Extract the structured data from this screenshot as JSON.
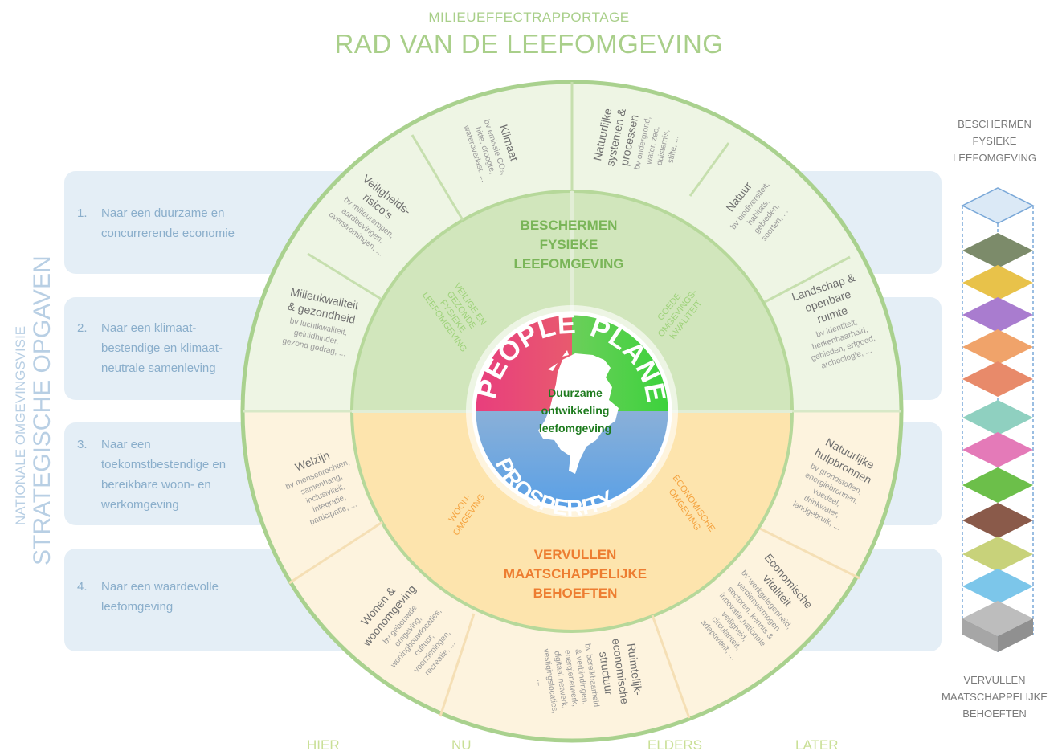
{
  "header": {
    "subtitle": "MILIEUEFFECTRAPPORTAGE",
    "title": "RAD VAN DE LEEFOMGEVING"
  },
  "side": {
    "small": "NATIONALE OMGEVINGSVISIE",
    "big": "STRATEGISCHE OPGAVEN"
  },
  "bands": [
    {
      "num": "1.",
      "lines": [
        "Naar een duurzame  en",
        "concurrerende economie"
      ]
    },
    {
      "num": "2.",
      "lines": [
        "Naar een klimaat-",
        "bestendige en  klimaat-",
        "neutrale samenleving"
      ]
    },
    {
      "num": "3.",
      "lines": [
        "Naar een",
        "toekomstbestendige en",
        "bereikbare woon- en",
        "werkomgeving"
      ]
    },
    {
      "num": "4.",
      "lines": [
        "Naar een waardevolle",
        "leefomgeving"
      ]
    }
  ],
  "wheel": {
    "center": {
      "lines": [
        "Duurzame",
        "ontwikkeling",
        "leefomgeving"
      ],
      "people": "PEOPLE",
      "planet": "PLANET",
      "prosperity": "PROSPERITY"
    },
    "middle": {
      "top": [
        "BESCHERMEN",
        "FYSIEKE",
        "LEEFOMGEVING"
      ],
      "bottom": [
        "VERVULLEN",
        "MAATSCHAPPELIJKE",
        "BEHOEFTEN"
      ],
      "veilig": [
        "VEILIGE EN",
        "GEZONDE",
        "FYSIEKE",
        "LEEFOMGEVING"
      ],
      "goede": [
        "GOEDE",
        "OMGEVINGS-",
        "KWALITEIT"
      ],
      "woon": [
        "WOON-",
        "OMGEVING"
      ],
      "eco": [
        "ECONOMISCHE",
        "OMGEVING"
      ]
    },
    "outer": [
      {
        "title": [
          "Milieukwaliteit",
          "& gezondheid"
        ],
        "desc": [
          "bv luchtkwaliteit,",
          "geluidhinder,",
          "gezond gedrag, ..."
        ]
      },
      {
        "title": [
          "Veiligheids-",
          "risico's"
        ],
        "desc": [
          "bv milieurampen,",
          "aardbevingen,",
          "overstromingen, ..."
        ]
      },
      {
        "title": [
          "Klimaat"
        ],
        "desc": [
          "bv emissie CO₂,",
          "hitte, droogte,",
          "wateroverlast, ..."
        ]
      },
      {
        "title": [
          "Natuurlijke",
          "systemen &",
          "processen"
        ],
        "desc": [
          "bv ondergrond,",
          "water, zee,",
          "duisternis,",
          "stilte, ..."
        ]
      },
      {
        "title": [
          "Natuur"
        ],
        "desc": [
          "bv biodiversiteit,",
          "habitats,",
          "gebieden,",
          "soorten, ..."
        ]
      },
      {
        "title": [
          "Landschap &",
          "openbare",
          "ruimte"
        ],
        "desc": [
          "bv identiteit,",
          "herkenbaarheid,",
          "gebieden, erfgoed,",
          "archeologie, ..."
        ]
      },
      {
        "title": [
          "Natuurlijke",
          "hulpbronnen"
        ],
        "desc": [
          "bv grondstoffen,",
          "energiebronnen,",
          "voedsel,",
          "drinkwater,",
          "landgebruik, ..."
        ]
      },
      {
        "title": [
          "Economische",
          "vitaliteit"
        ],
        "desc": [
          "bv werkgelegenheid,",
          "verdienvermogen",
          "sectoren, kennis &",
          "innovatie,nationale",
          "veiligheid,",
          "circulariteit,",
          "adaptiviteit, ..."
        ]
      },
      {
        "title": [
          "Ruimtelijk-",
          "economische",
          "structuur"
        ],
        "desc": [
          "bv bereikbaarheid",
          "& verbindingen,",
          "energienetwerk,",
          "digitaal netwerk,",
          "vestigingslocaties,",
          "..."
        ]
      },
      {
        "title": [
          "Wonen &",
          "woonomgeving"
        ],
        "desc": [
          "bv gebouwde",
          "omgeving,",
          "woningbouwlocaties,",
          "cultuur,",
          "voorzieningen,",
          "recreatie, ..."
        ]
      },
      {
        "title": [
          "Welzijn"
        ],
        "desc": [
          "bv mensenrechten,",
          "samenhang,",
          "inclusiviteit,",
          "integratie,",
          "participatie, ..."
        ]
      }
    ]
  },
  "right": {
    "top": [
      "BESCHERMEN",
      "FYSIEKE",
      "LEEFOMGEVING"
    ],
    "bottom": [
      "VERVULLEN",
      "MAATSCHAPPELIJKE",
      "BEHOEFTEN"
    ]
  },
  "bottom": {
    "hier": "HIER",
    "nu": "NU",
    "elders": "ELDERS",
    "later": "LATER"
  },
  "colors": {
    "green_outer": "#a9d18e",
    "green_mid": "#cfe3b8",
    "yellow_outer": "#fdf3de",
    "yellow_mid": "#fde8b8",
    "orange_text": "#ed7d31",
    "people": "#e83e7d",
    "planet": "#3cd23c",
    "prosperity": "#5aa0e6"
  }
}
